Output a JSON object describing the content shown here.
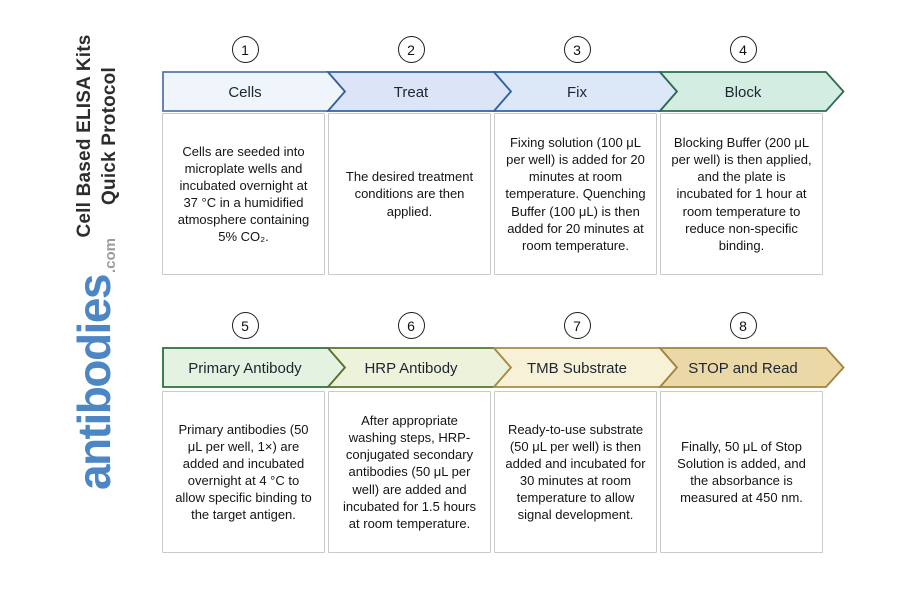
{
  "sidebar": {
    "title_line1": "Cell Based ELISA Kits",
    "title_line2": "Quick Protocol",
    "logo_text": "antibodies",
    "logo_suffix": ".com",
    "logo_color": "#4d86c4"
  },
  "steps": [
    {
      "number": "1",
      "label": "Cells",
      "description": "Cells are seeded into microplate wells and incubated overnight at 37 °C in a humidified atmosphere containing 5% CO₂.",
      "fill": "#EFF5FB",
      "stroke": "#5479A8"
    },
    {
      "number": "2",
      "label": "Treat",
      "description": "The desired treatment conditions are then applied.",
      "fill": "#DCE5F8",
      "stroke": "#35619F"
    },
    {
      "number": "3",
      "label": "Fix",
      "description": "Fixing solution (100 μL per well) is added for 20 minutes at room temperature. Quenching Buffer (100 μL) is then added for 20 minutes at room temperature.",
      "fill": "#DCE7F8",
      "stroke": "#2E64A4"
    },
    {
      "number": "4",
      "label": "Block",
      "description": "Blocking Buffer (200 μL per well) is then applied, and the plate is incubated for 1 hour at room temperature to reduce non-specific binding.",
      "fill": "#D3EDE2",
      "stroke": "#2D6B4E"
    },
    {
      "number": "5",
      "label": "Primary Antibody",
      "description": "Primary antibodies (50 μL per well, 1×) are added and incubated overnight at 4 °C to allow specific binding to the target antigen.",
      "fill": "#E4F2E1",
      "stroke": "#2B7038"
    },
    {
      "number": "6",
      "label": "HRP Antibody",
      "description": "After appropriate washing steps, HRP-conjugated secondary antibodies (50 μL per well) are added and incubated for 1.5 hours at room temperature.",
      "fill": "#EDF3DB",
      "stroke": "#55742C"
    },
    {
      "number": "7",
      "label": "TMB Substrate",
      "description": "Ready-to-use substrate (50 μL per well) is then added and incubated for 30 minutes at room temperature to allow signal development.",
      "fill": "#F7F2D7",
      "stroke": "#A88C45"
    },
    {
      "number": "8",
      "label": "STOP and Read",
      "description": "Finally, 50 μL of Stop Solution is added, and the absorbance is measured at 450 nm.",
      "fill": "#EBD8A7",
      "stroke": "#A2823C"
    }
  ]
}
